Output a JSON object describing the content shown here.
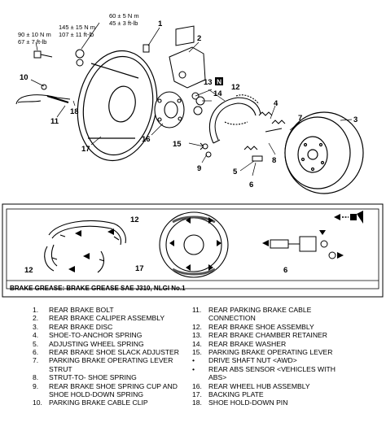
{
  "torque": {
    "t1": {
      "line1": "60 ± 5 N m",
      "line2": "45 ± 3 ft-lb"
    },
    "t2": {
      "line1": "145 ± 15 N m",
      "line2": "107 ± 11 ft-lb"
    },
    "t3": {
      "line1": "90 ± 10 N m",
      "line2": "67 ± 7 ft-lb"
    }
  },
  "callouts": {
    "c1": "1",
    "c2": "2",
    "c3": "3",
    "c4": "4",
    "c5": "5",
    "c6": "6",
    "c7": "7",
    "c8": "8",
    "c9": "9",
    "c10": "10",
    "c11": "11",
    "c12": "12",
    "c13": "13",
    "c14": "14",
    "c15": "15",
    "c16": "16",
    "c17": "17",
    "c18": "18",
    "n_badge": "N",
    "d12a": "12",
    "d12b": "12",
    "d17": "17",
    "d6": "6"
  },
  "grease_label": "BRAKE GREASE: BRAKE GREASE SAE J310, NLGI No.1",
  "legend": {
    "left": [
      {
        "num": "1.",
        "text": "REAR BRAKE BOLT"
      },
      {
        "num": "2.",
        "text": "REAR BRAKE CALIPER ASSEMBLY"
      },
      {
        "num": "3.",
        "text": "REAR BRAKE DISC"
      },
      {
        "num": "4.",
        "text": "SHOE-TO-ANCHOR SPRING"
      },
      {
        "num": "5.",
        "text": "ADJUSTING WHEEL SPRING"
      },
      {
        "num": "6.",
        "text": "REAR BRAKE SHOE SLACK ADJUSTER"
      },
      {
        "num": "7.",
        "text": "PARKING BRAKE OPERATING LEVER STRUT"
      },
      {
        "num": "8.",
        "text": "STRUT-TO- SHOE SPRING"
      },
      {
        "num": "9.",
        "text": "REAR BRAKE SHOE SPRING CUP AND SHOE HOLD-DOWN SPRING"
      },
      {
        "num": "10.",
        "text": "PARKING BRAKE CABLE CLIP"
      }
    ],
    "right": [
      {
        "num": "11.",
        "text": "REAR PARKING BRAKE CABLE CONNECTION"
      },
      {
        "num": "12.",
        "text": "REAR BRAKE SHOE ASSEMBLY"
      },
      {
        "num": "13.",
        "text": "REAR BRAKE CHAMBER RETAINER"
      },
      {
        "num": "14.",
        "text": "REAR BRAKE WASHER"
      },
      {
        "num": "15.",
        "text": "PARKING BRAKE OPERATING LEVER"
      },
      {
        "num": "•",
        "text": "DRIVE SHAFT NUT <AWD>"
      },
      {
        "num": "•",
        "text": "REAR ABS SENSOR <VEHICLES WITH ABS>"
      },
      {
        "num": "16.",
        "text": "REAR WHEEL HUB ASSEMBLY"
      },
      {
        "num": "17.",
        "text": "BACKING PLATE"
      },
      {
        "num": "18.",
        "text": "SHOE HOLD-DOWN PIN"
      }
    ]
  }
}
